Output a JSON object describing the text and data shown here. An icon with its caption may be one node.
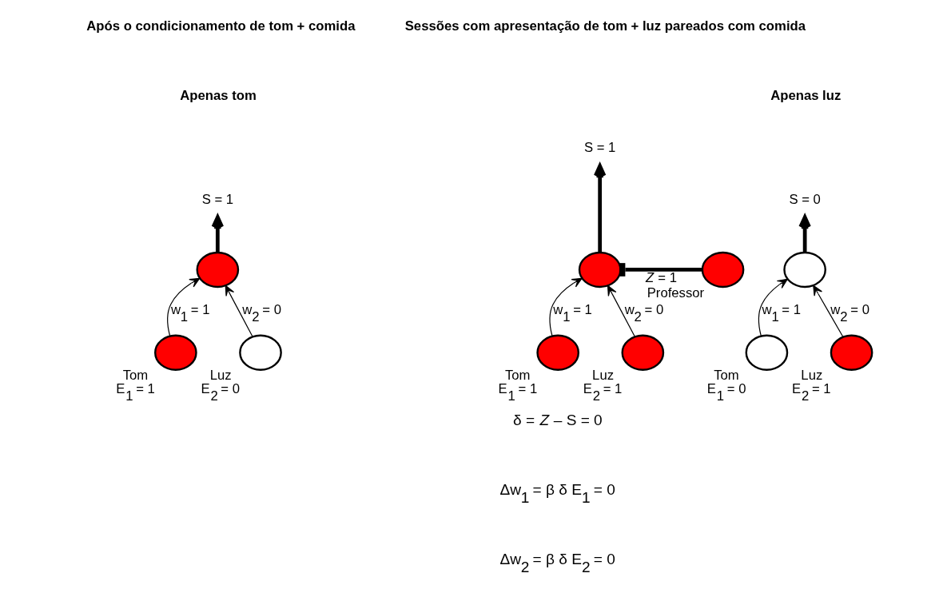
{
  "diagram": {
    "nodes": [
      {
        "text": [
          "S = 1"
        ]
      },
      {
        "text": [],
        "shape": "circle"
      },
      {
        "text": [],
        "shape": "circle",
        "beside": [
          "Tom",
          "E$_{1}$ = 1"
        ]
      },
      {
        "text": [],
        "shape": "circle",
        "beside": [
          "Luz",
          "E$_{2}$ = 0"
        ]
      },
      {
        "text": [
          "S = 1"
        ]
      },
      {
        "text": [],
        "shape": "circle"
      },
      {
        "text": [],
        "shape": "circle",
        "beside": [
          "Professor"
        ]
      },
      {
        "text": [],
        "shape": "circle",
        "beside": [
          "Tom",
          "E$_{1}$ = 1"
        ]
      },
      {
        "text": [],
        "shape": "circle",
        "beside": [
          "Luz",
          "E$_{2}$ = 1"
        ]
      },
      {
        "text": [
          "S = 0"
        ]
      },
      {
        "text": [],
        "shape": "circle"
      },
      {
        "text": [],
        "shape": "circle",
        "beside": [
          "Tom",
          "E$_{1}$ = 0"
        ]
      },
      {
        "text": [],
        "shape": "circle",
        "beside": [
          "Luz",
          "E$_{2}$ = 1"
        ]
      }
    ],
    "edges": [
      {
        "from": 1,
        "to": 0,
        "arrow": "to",
        "style": "thick"
      },
      {
        "from": 2,
        "to": 1,
        "arrow": "to",
        "label": "w$_{1}$ = 1"
      },
      {
        "from": 3,
        "to": 1,
        "arrow": "to",
        "label": "w$_{2}$ = 0"
      },
      {
        "from": 5,
        "to": 4,
        "arrow": "to",
        "style": "thick"
      },
      {
        "from": 6,
        "to": 5,
        "arrow": "other",
        "style": "thick",
        "label": "*Z* = 1"
      },
      {
        "from": 7,
        "to": 5,
        "arrow": "to",
        "label": "w$_{1}$ = 1"
      },
      {
        "from": 8,
        "to": 5,
        "arrow": "to",
        "label": "w$_{2}$ = 0"
      },
      {
        "from": 10,
        "to": 9,
        "arrow": "to",
        "style": "thick"
      },
      {
        "from": 11,
        "to": 10,
        "arrow": "to",
        "label": "w$_{1}$ = 1"
      },
      {
        "from": 12,
        "to": 10,
        "arrow": "to",
        "label": "w$_{2}$ = 0"
      }
    ],
    "labels": [
      "Após o condicionamento de tom + comida",
      "Sessões com apresentação de tom + luz pareados com comida",
      "Apenas tom",
      "Apenas luz",
      "δ = *Z* – S = 0",
      "Δw$_{1}$ = β δ E$_{1}$ = 0",
      "Δw$_{2}$ = β δ E$_{2}$ = 0"
    ]
  }
}
